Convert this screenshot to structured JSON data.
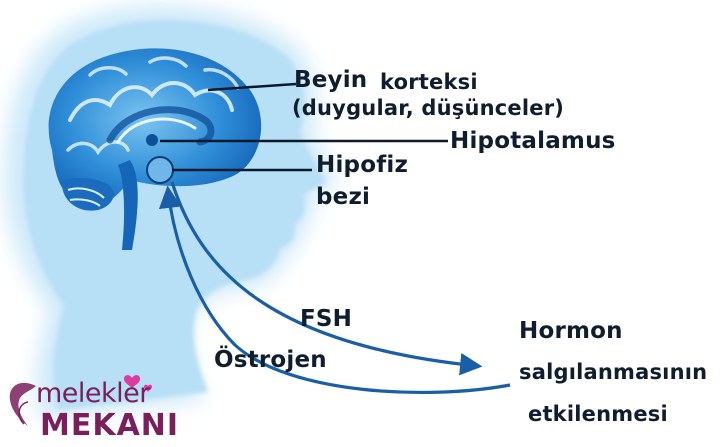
{
  "labels": {
    "beyin": "Beyin",
    "korteksi": "korteksi",
    "duygular": "(duygular, düşünceler)",
    "hipotalamus": "Hipotalamus",
    "hipofiz": "Hipofiz",
    "bezi": "bezi",
    "fsh": "FSH",
    "ostrojen": "Östrojen",
    "hormon": "Hormon",
    "salgilanmasinin": "salgılanmasının",
    "etkilenmesi": "etkilenmesi"
  },
  "logo": {
    "line1": "melekler",
    "line2": "MEKANI"
  },
  "colors": {
    "head_glow": "#bfe3f7",
    "brain": "#2f8ed8",
    "brain_dark": "#0d4f9a",
    "arrow": "#1a5ea8",
    "line": "#0b1a2b",
    "label": "#0f1d2e",
    "logo": "#7a1f5c"
  }
}
